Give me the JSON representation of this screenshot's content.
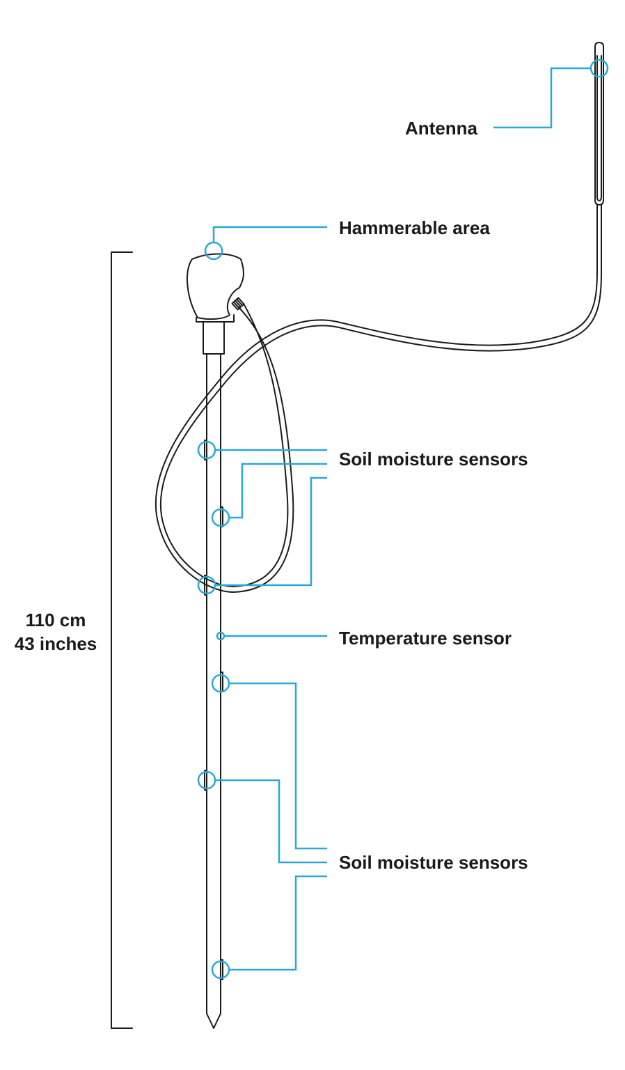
{
  "colors": {
    "accent": "#29a8d8",
    "outline": "#1a1a1a",
    "background": "#ffffff"
  },
  "labels": {
    "antenna": "Antenna",
    "hammerable": "Hammerable area",
    "soil_upper": "Soil moisture sensors",
    "temperature": "Temperature sensor",
    "soil_lower": "Soil moisture sensors"
  },
  "dimension": {
    "metric": "110 cm",
    "imperial": "43 inches"
  }
}
